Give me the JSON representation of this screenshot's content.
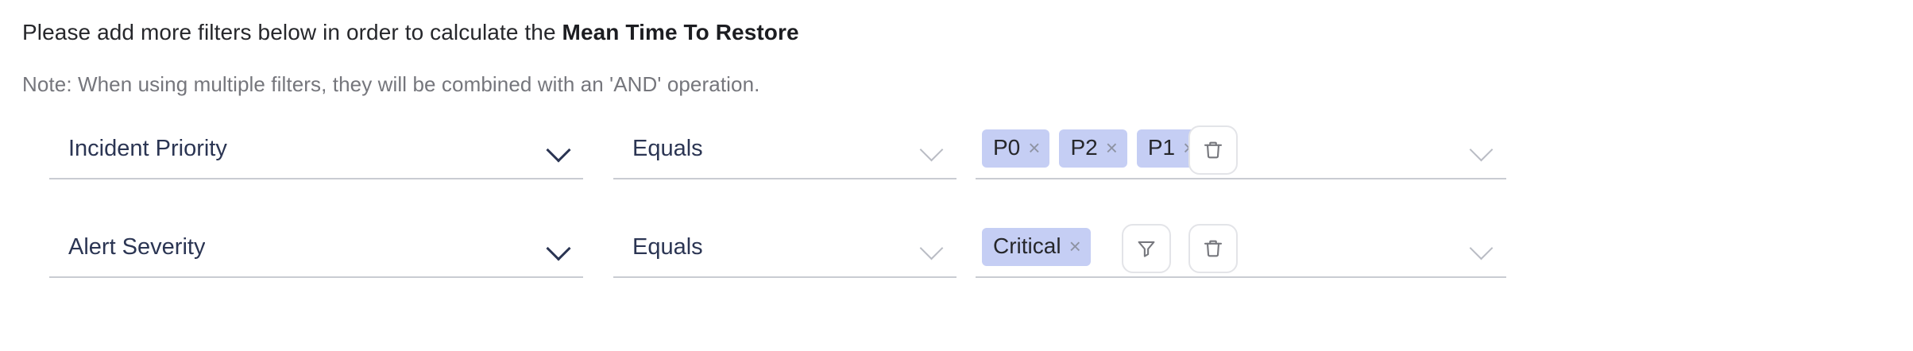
{
  "header": {
    "instruction_prefix": "Please add more filters below in order to calculate the ",
    "instruction_metric": "Mean Time To Restore",
    "note": "Note: When using multiple filters, they will be combined with an 'AND' operation."
  },
  "icons": {
    "chevron_down": "chevron-down-icon",
    "trash": "trash-icon",
    "filter": "filter-icon",
    "remove_tag": "×"
  },
  "colors": {
    "tag_background": "#c5cef4",
    "field_text": "#2b3553",
    "note_text": "#75767c",
    "underline": "#c9ccd2",
    "button_border": "#e3e4e8"
  },
  "filters": [
    {
      "attribute": "Incident Priority",
      "operator": "Equals",
      "values": [
        "P0",
        "P2",
        "P1"
      ],
      "values_placeholder": "",
      "has_filter_button": false,
      "has_delete_button": true
    },
    {
      "attribute": "Alert Severity",
      "operator": "Equals",
      "values": [
        "Critical"
      ],
      "values_placeholder": "",
      "has_filter_button": true,
      "has_delete_button": true
    }
  ]
}
